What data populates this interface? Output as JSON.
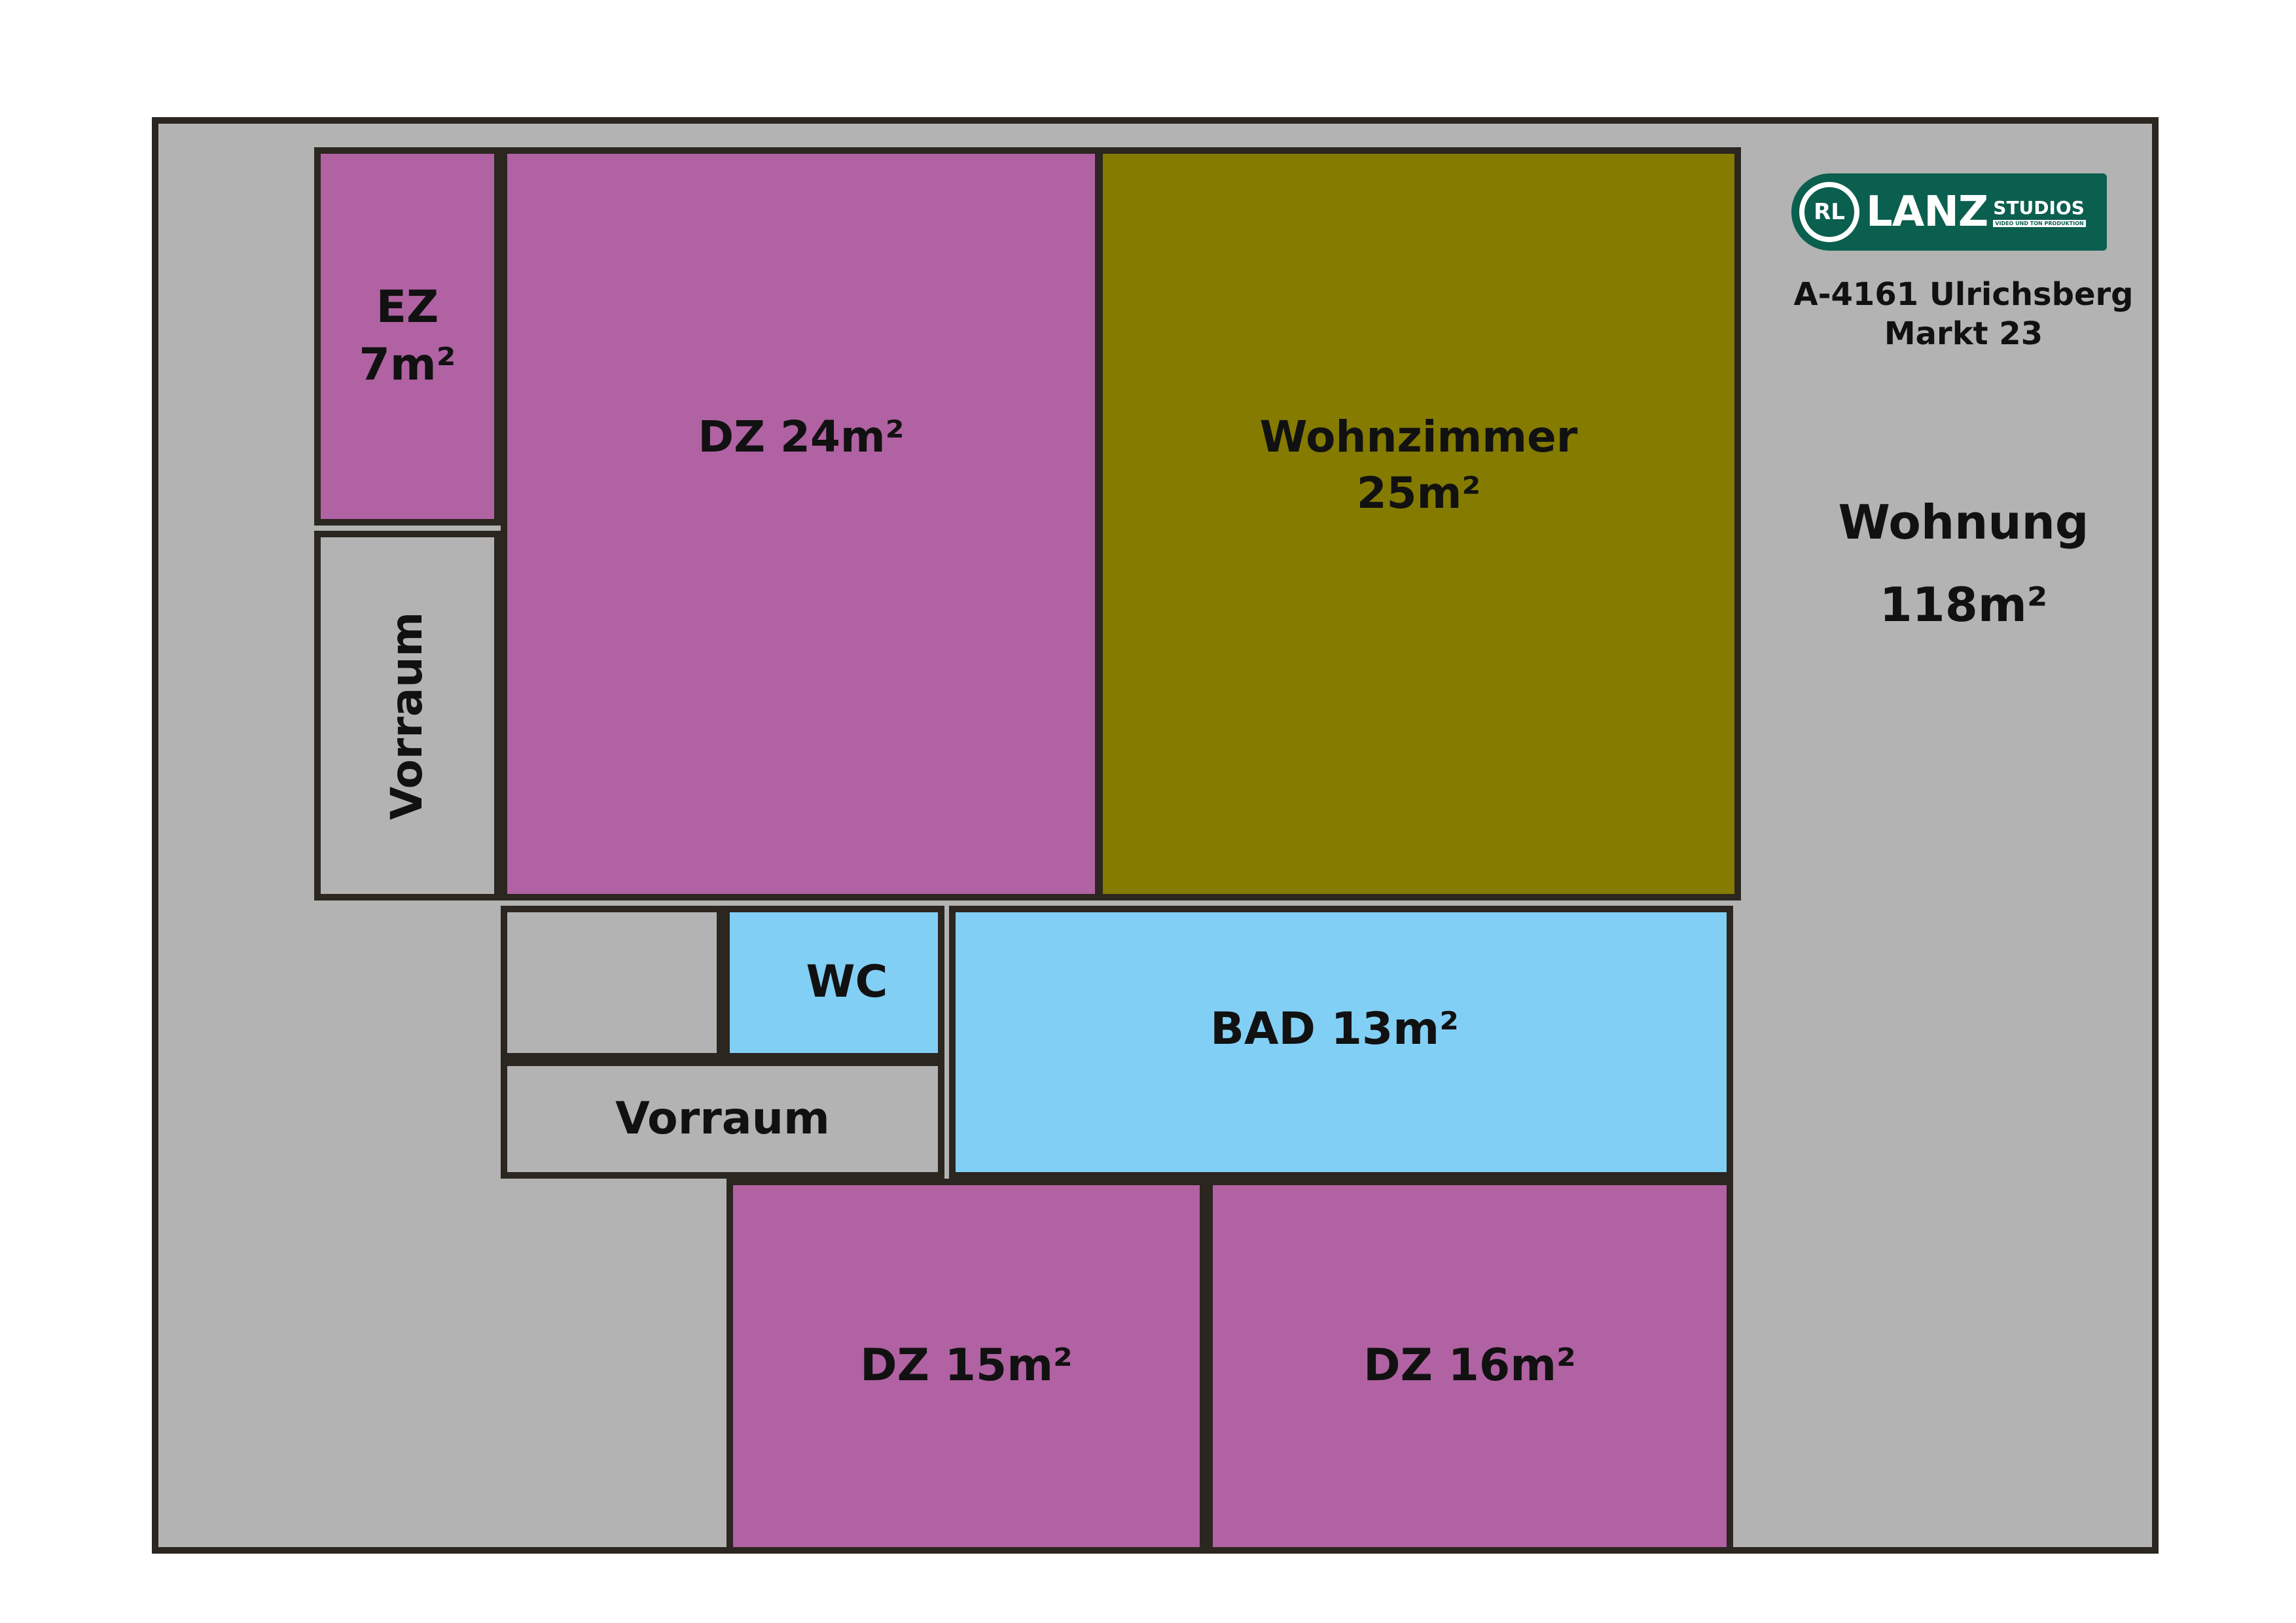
{
  "rooms": {
    "ez": {
      "name": "EZ",
      "area": "7m²"
    },
    "dz_main": {
      "label": "DZ 24m²"
    },
    "wohnzimmer": {
      "name": "Wohnzimmer",
      "area": "25m²"
    },
    "vorraum_left": {
      "label": "Vorraum"
    },
    "wc": {
      "label": "WC"
    },
    "bad": {
      "label": "BAD 13m²"
    },
    "vorraum_mid": {
      "label": "Vorraum"
    },
    "dz_15": {
      "label": "DZ 15m²"
    },
    "dz_16": {
      "label": "DZ 16m²"
    }
  },
  "logo": {
    "monogram": "RL",
    "name": "LANZ",
    "suffix": "STUDIOS",
    "tagline": "VIDEO UND TON PRODUKTION"
  },
  "address": {
    "line1": "A-4161 Ulrichsberg",
    "line2": "Markt 23"
  },
  "summary": {
    "title": "Wohnung",
    "area": "118m²"
  },
  "colors": {
    "bedroom": "#b062a3",
    "living": "#847b00",
    "wet": "#82cff5",
    "hall": "#b3b3b3",
    "wall": "#2b2620",
    "logo": "#0b5f4f"
  }
}
